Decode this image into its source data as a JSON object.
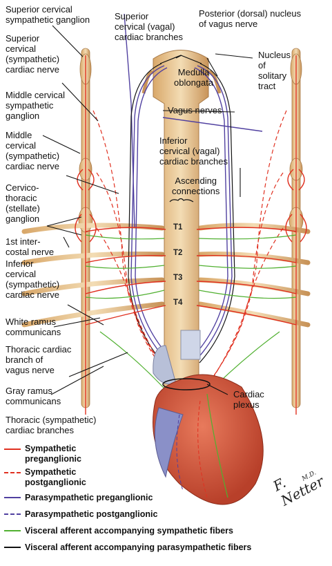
{
  "labels": {
    "superior_cervical_sympathetic_ganglion": "Superior cervical\nsympathetic ganglion",
    "superior_cervical_sympathetic_cardiac_nerve": "Superior\ncervical\n(sympathetic)\ncardiac nerve",
    "middle_cervical_sympathetic_ganglion": "Middle cervical\nsympathetic\nganglion",
    "middle_cervical_sympathetic_cardiac_nerve": "Middle\ncervical\n(sympathetic)\ncardiac nerve",
    "cervicothoracic_ganglion": "Cervico-\nthoracic\n(stellate)\nganglion",
    "first_intercostal_nerve": "1st inter-\ncostal nerve",
    "inferior_cervical_sympathetic_cardiac_nerve": "Inferior\ncervical\n(sympathetic)\ncardiac nerve",
    "white_ramus": "White ramus\ncommunicans",
    "thoracic_cardiac_branch_vagus": "Thoracic cardiac\nbranch of\nvagus nerve",
    "gray_ramus": "Gray ramus\ncommunicans",
    "thoracic_sympathetic_cardiac_branches": "Thoracic (sympathetic)\ncardiac branches",
    "superior_cervical_vagal_cardiac_branches": "Superior\ncervical (vagal)\ncardiac branches",
    "posterior_nucleus_vagus": "Posterior (dorsal) nucleus\nof vagus nerve",
    "nucleus_solitary_tract": "Nucleus\nof\nsolitary\ntract",
    "medulla_oblongata": "Medulla\noblongata",
    "vagus_nerves": "Vagus nerves",
    "inferior_cervical_vagal_cardiac_branches": "Inferior\ncervical (vagal)\ncardiac branches",
    "ascending_connections": "Ascending\nconnections",
    "cardiac_plexus": "Cardiac\nplexus"
  },
  "segments": [
    "T1",
    "T2",
    "T3",
    "T4"
  ],
  "legend": [
    {
      "label": "Sympathetic\npreganglionic",
      "color": "#e03020",
      "dash": "none"
    },
    {
      "label": "Sympathetic\npostganglionic",
      "color": "#e03020",
      "dash": "dashed"
    },
    {
      "label": "Parasympathetic preganglionic",
      "color": "#5040a0",
      "dash": "none"
    },
    {
      "label": "Parasympathetic postganglionic",
      "color": "#5040a0",
      "dash": "dashed"
    },
    {
      "label": "Visceral afferent accompanying sympathetic fibers",
      "color": "#50b030",
      "dash": "none"
    },
    {
      "label": "Visceral afferent accompanying parasympathetic fibers",
      "color": "#111111",
      "dash": "none"
    }
  ],
  "signature": {
    "name": "F. Netter",
    "suffix": "M.D."
  },
  "colors": {
    "sympathetic": "#e03020",
    "parasympathetic": "#5040a0",
    "afferent_sympathetic": "#50b030",
    "afferent_parasympathetic": "#111111",
    "bone": "#e8c898",
    "heart": "#d2583c"
  }
}
